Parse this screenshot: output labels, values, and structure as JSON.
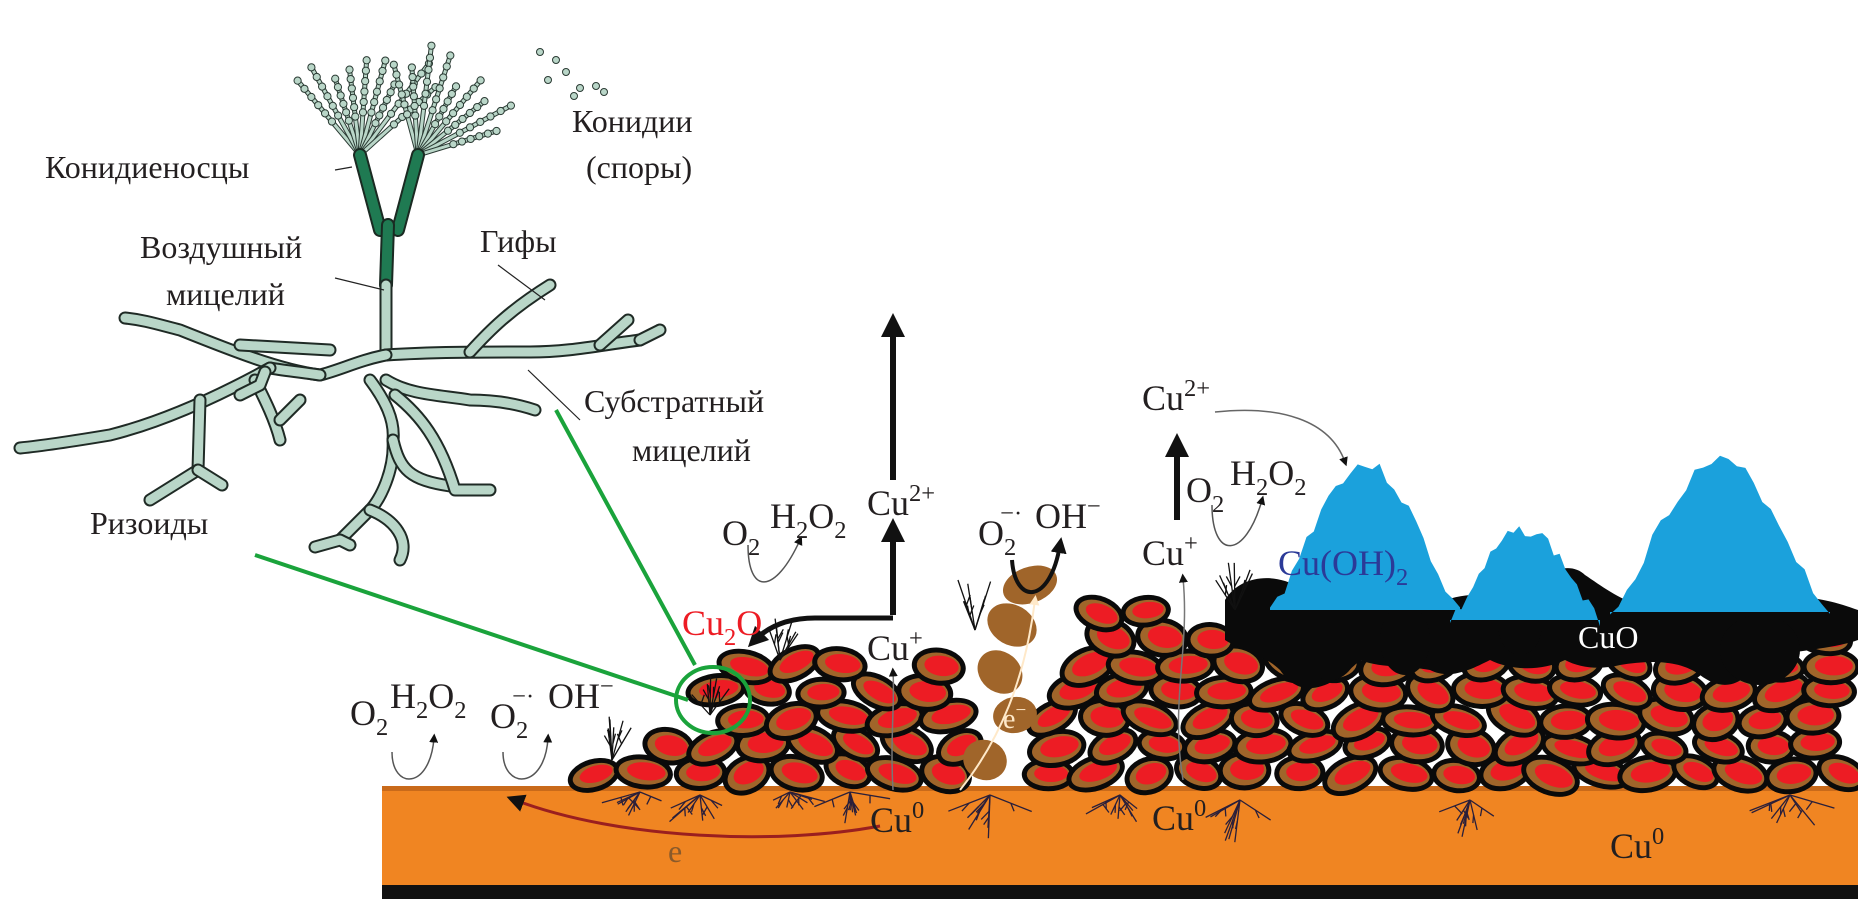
{
  "fungus": {
    "labels": {
      "conidiophores": "Конидиеносцы",
      "conidia_line1": "Конидии",
      "conidia_line2": "(споры)",
      "aerial_line1": "Воздушный",
      "aerial_line2": "мицелий",
      "hyphae": "Гифы",
      "substrate_line1": "Субстратный",
      "substrate_line2": "мицелий",
      "rhizoids": "Ризоиды"
    }
  },
  "chemistry": {
    "o2": "O",
    "o2_sub": "2",
    "h2o2_h": "H",
    "h2o2_sub1": "2",
    "h2o2_o": "O",
    "h2o2_sub2": "2",
    "superoxide": "O",
    "superoxide_sub": "2",
    "superoxide_sup": "−·",
    "hydroxide": "OH",
    "hydroxide_sup": "−",
    "cu": "Cu",
    "cu2plus_sup": "2+",
    "cuplus_sup": "+",
    "cu0_sup": "0",
    "cu2o_main": "Cu",
    "cu2o_sub": "2",
    "cu2o_end": "O",
    "cuoh2_main": "Cu(OH)",
    "cuoh2_sub": "2",
    "cuo": "CuO",
    "electron": "e",
    "electron_minus": "−"
  },
  "colors": {
    "copper_substrate": "#f08522",
    "cu2o_grain": "#ed1c24",
    "grain_brown": "#a0652a",
    "cu2o_label": "#ed1c24",
    "cuoh2_deposit": "#1ba1dc",
    "cuoh2_label": "#2b3a98",
    "cuo_deposit": "#0a0a0a",
    "hyphae_fill": "#b9d6c8",
    "conidiophore_fill": "#1f7a52",
    "zoom_lines": "#1aa33b",
    "electron_arrow": "#9a1f1f"
  }
}
